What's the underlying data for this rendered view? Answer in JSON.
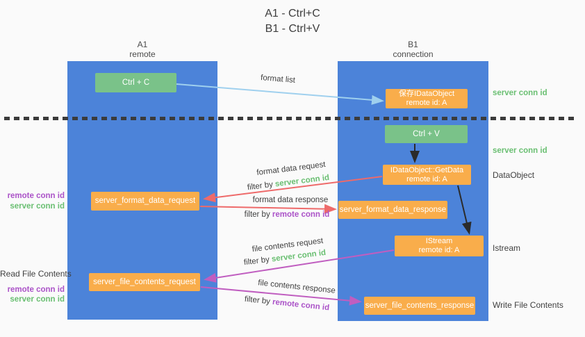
{
  "title": {
    "line1": "A1 - Ctrl+C",
    "line2": "B1 - Ctrl+V"
  },
  "lanes": {
    "left": {
      "title": "A1",
      "subtitle": "remote"
    },
    "right": {
      "title": "B1",
      "subtitle": "connection"
    }
  },
  "nodes": {
    "ctrl_c": {
      "label": "Ctrl + C"
    },
    "save_dataobject": {
      "line1": "保存IDataObject",
      "line2": "remote id: A"
    },
    "ctrl_v": {
      "label": "Ctrl + V"
    },
    "getdata": {
      "line1": "IDataObject::GetData",
      "line2": "remote id: A"
    },
    "format_request": {
      "label": "server_format_data_request"
    },
    "format_response": {
      "label": "server_format_data_response"
    },
    "istream": {
      "line1": "IStream",
      "line2": "remote id: A"
    },
    "file_request": {
      "label": "server_file_contents_request"
    },
    "file_response": {
      "label": "server_file_contents_response"
    }
  },
  "edge_labels": {
    "format_list": "format list",
    "format_data_request": "format data request",
    "format_data_response": "format data response",
    "file_contents_request": "file contents request",
    "file_contents_response": "file contents response",
    "filter_by": "filter by ",
    "server_conn_id": "server conn id",
    "remote_conn_id": "remote conn id"
  },
  "side_labels": {
    "right": [
      {
        "text": "server conn id"
      },
      {
        "text": "server conn id"
      },
      {
        "text": "DataObject"
      },
      {
        "text": "Istream"
      },
      {
        "text": "Write File Contents"
      }
    ],
    "left": [
      {
        "text": "remote conn id"
      },
      {
        "text": "server conn id"
      },
      {
        "text": "Read File Contents"
      },
      {
        "text": "remote conn id"
      },
      {
        "text": "server conn id"
      }
    ]
  },
  "colors": {
    "background": "#fafafa",
    "lane_blue": "#4c83d9",
    "box_green": "#7ac289",
    "box_orange": "#f9ad4b",
    "arrow_lightblue": "#9fd0ee",
    "arrow_red": "#ee6a6a",
    "arrow_magenta": "#c05ec0",
    "arrow_black": "#2b2b2b",
    "text_green": "#6abf72",
    "text_purple": "#ab53c8",
    "text_dark": "#3f3f3f"
  }
}
